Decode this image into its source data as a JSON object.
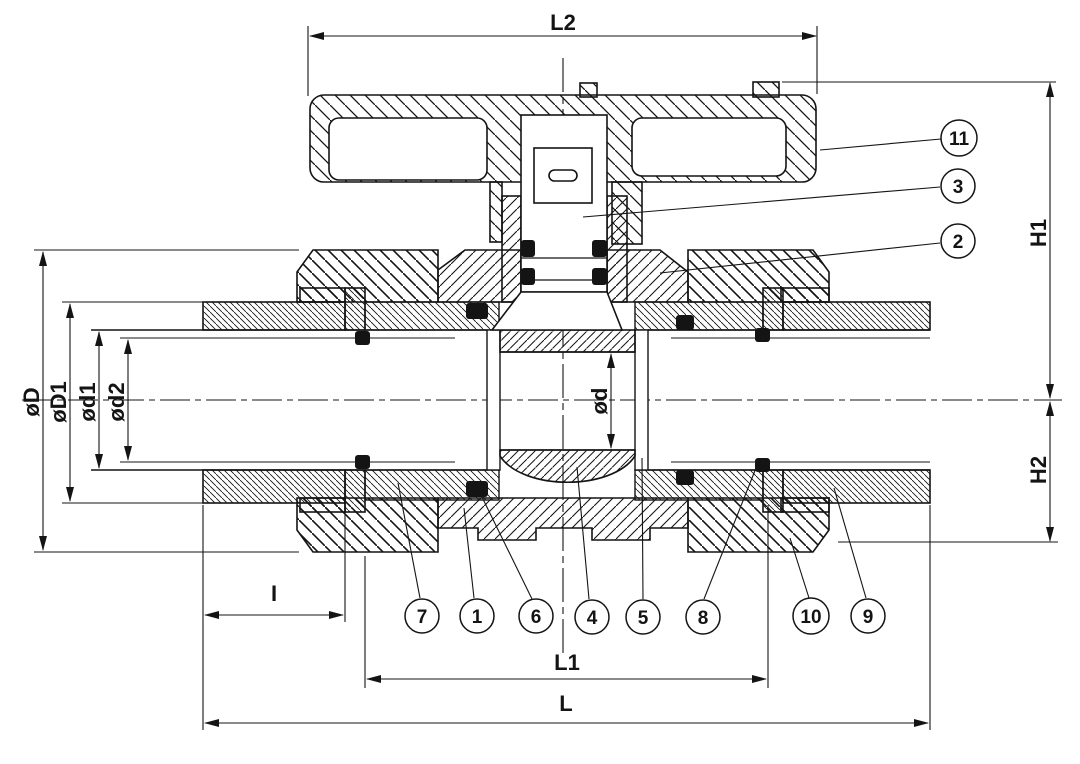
{
  "palette": {
    "ink": "#141414",
    "paper": "#ffffff"
  },
  "dimensions": {
    "L2": "L2",
    "H1": "H1",
    "H2": "H2",
    "dD": "øD",
    "dD1": "øD1",
    "dd1": "ød1",
    "dd2": "ød2",
    "dd": "ød",
    "I": "I",
    "L1": "L1",
    "L": "L"
  },
  "callouts": {
    "n1": "1",
    "n2": "2",
    "n3": "3",
    "n4": "4",
    "n5": "5",
    "n6": "6",
    "n7": "7",
    "n8": "8",
    "n9": "9",
    "n10": "10",
    "n11": "11"
  }
}
